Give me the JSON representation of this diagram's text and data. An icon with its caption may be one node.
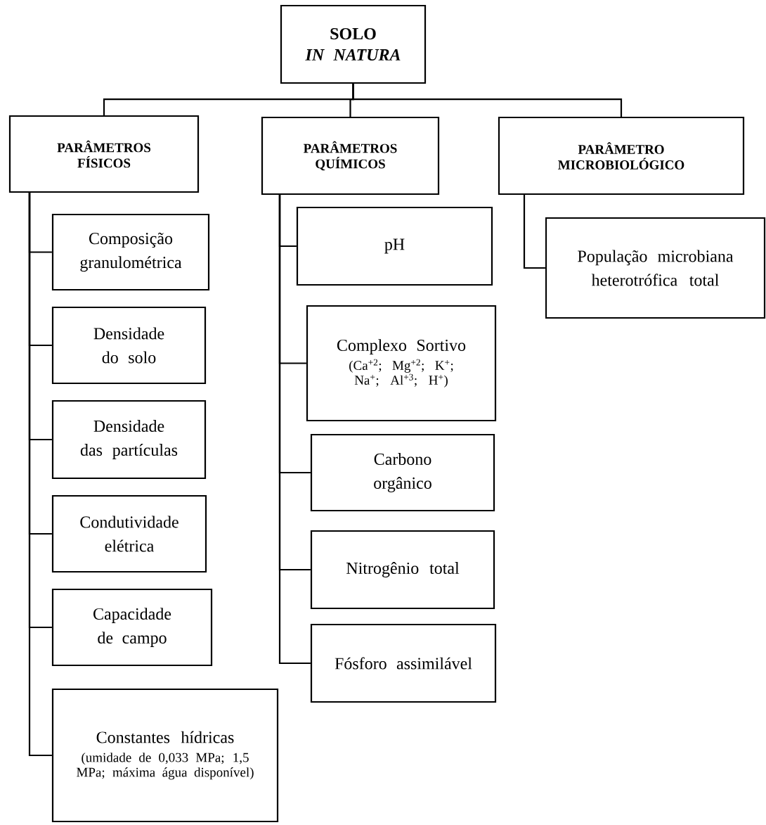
{
  "diagram": {
    "nodes": [
      {
        "text": [
          "SOLO",
          "IN NATURA"
        ]
      },
      {
        "text": [
          "PARÂMETROS FÍSICOS"
        ]
      },
      {
        "text": [
          "PARÂMETROS QUÍMICOS"
        ]
      },
      {
        "text": [
          "PARÂMETRO MICROBIOLÓGICO"
        ]
      },
      {
        "text": [
          "Composição granulométrica"
        ]
      },
      {
        "text": [
          "Densidade do solo"
        ]
      },
      {
        "text": [
          "Densidade das partículas"
        ]
      },
      {
        "text": [
          "Condutividade elétrica"
        ]
      },
      {
        "text": [
          "Capacidade de campo"
        ]
      },
      {
        "text": [
          "Constantes hídricas",
          "(umidade de 0,033 MPa; 1,5 MPa; máxima água disponível)"
        ]
      },
      {
        "text": [
          "pH"
        ]
      },
      {
        "text": [
          "Complexo Sortivo",
          "(Ca$^{+2}$; Mg$^{+2}$; K$^{+}$; Na$^{+}$; Al$^{+3}$; H$^{+}$)"
        ]
      },
      {
        "text": [
          "Carbono orgânico"
        ]
      },
      {
        "text": [
          "Nitrogênio total"
        ]
      },
      {
        "text": [
          "Fósforo assimilável"
        ]
      },
      {
        "text": [
          "População microbiana heterotrófica total"
        ]
      }
    ],
    "edges": [
      {
        "from": 0,
        "to": 1,
        "arrow": "none"
      },
      {
        "from": 0,
        "to": 2,
        "arrow": "none"
      },
      {
        "from": 0,
        "to": 3,
        "arrow": "none"
      },
      {
        "from": 1,
        "to": 4,
        "arrow": "none"
      },
      {
        "from": 1,
        "to": 5,
        "arrow": "none"
      },
      {
        "from": 1,
        "to": 6,
        "arrow": "none"
      },
      {
        "from": 1,
        "to": 7,
        "arrow": "none"
      },
      {
        "from": 1,
        "to": 8,
        "arrow": "none"
      },
      {
        "from": 1,
        "to": 9,
        "arrow": "none"
      },
      {
        "from": 2,
        "to": 10,
        "arrow": "none"
      },
      {
        "from": 2,
        "to": 11,
        "arrow": "none"
      },
      {
        "from": 2,
        "to": 12,
        "arrow": "none"
      },
      {
        "from": 2,
        "to": 13,
        "arrow": "none"
      },
      {
        "from": 2,
        "to": 14,
        "arrow": "none"
      },
      {
        "from": 3,
        "to": 15,
        "arrow": "none"
      }
    ]
  }
}
